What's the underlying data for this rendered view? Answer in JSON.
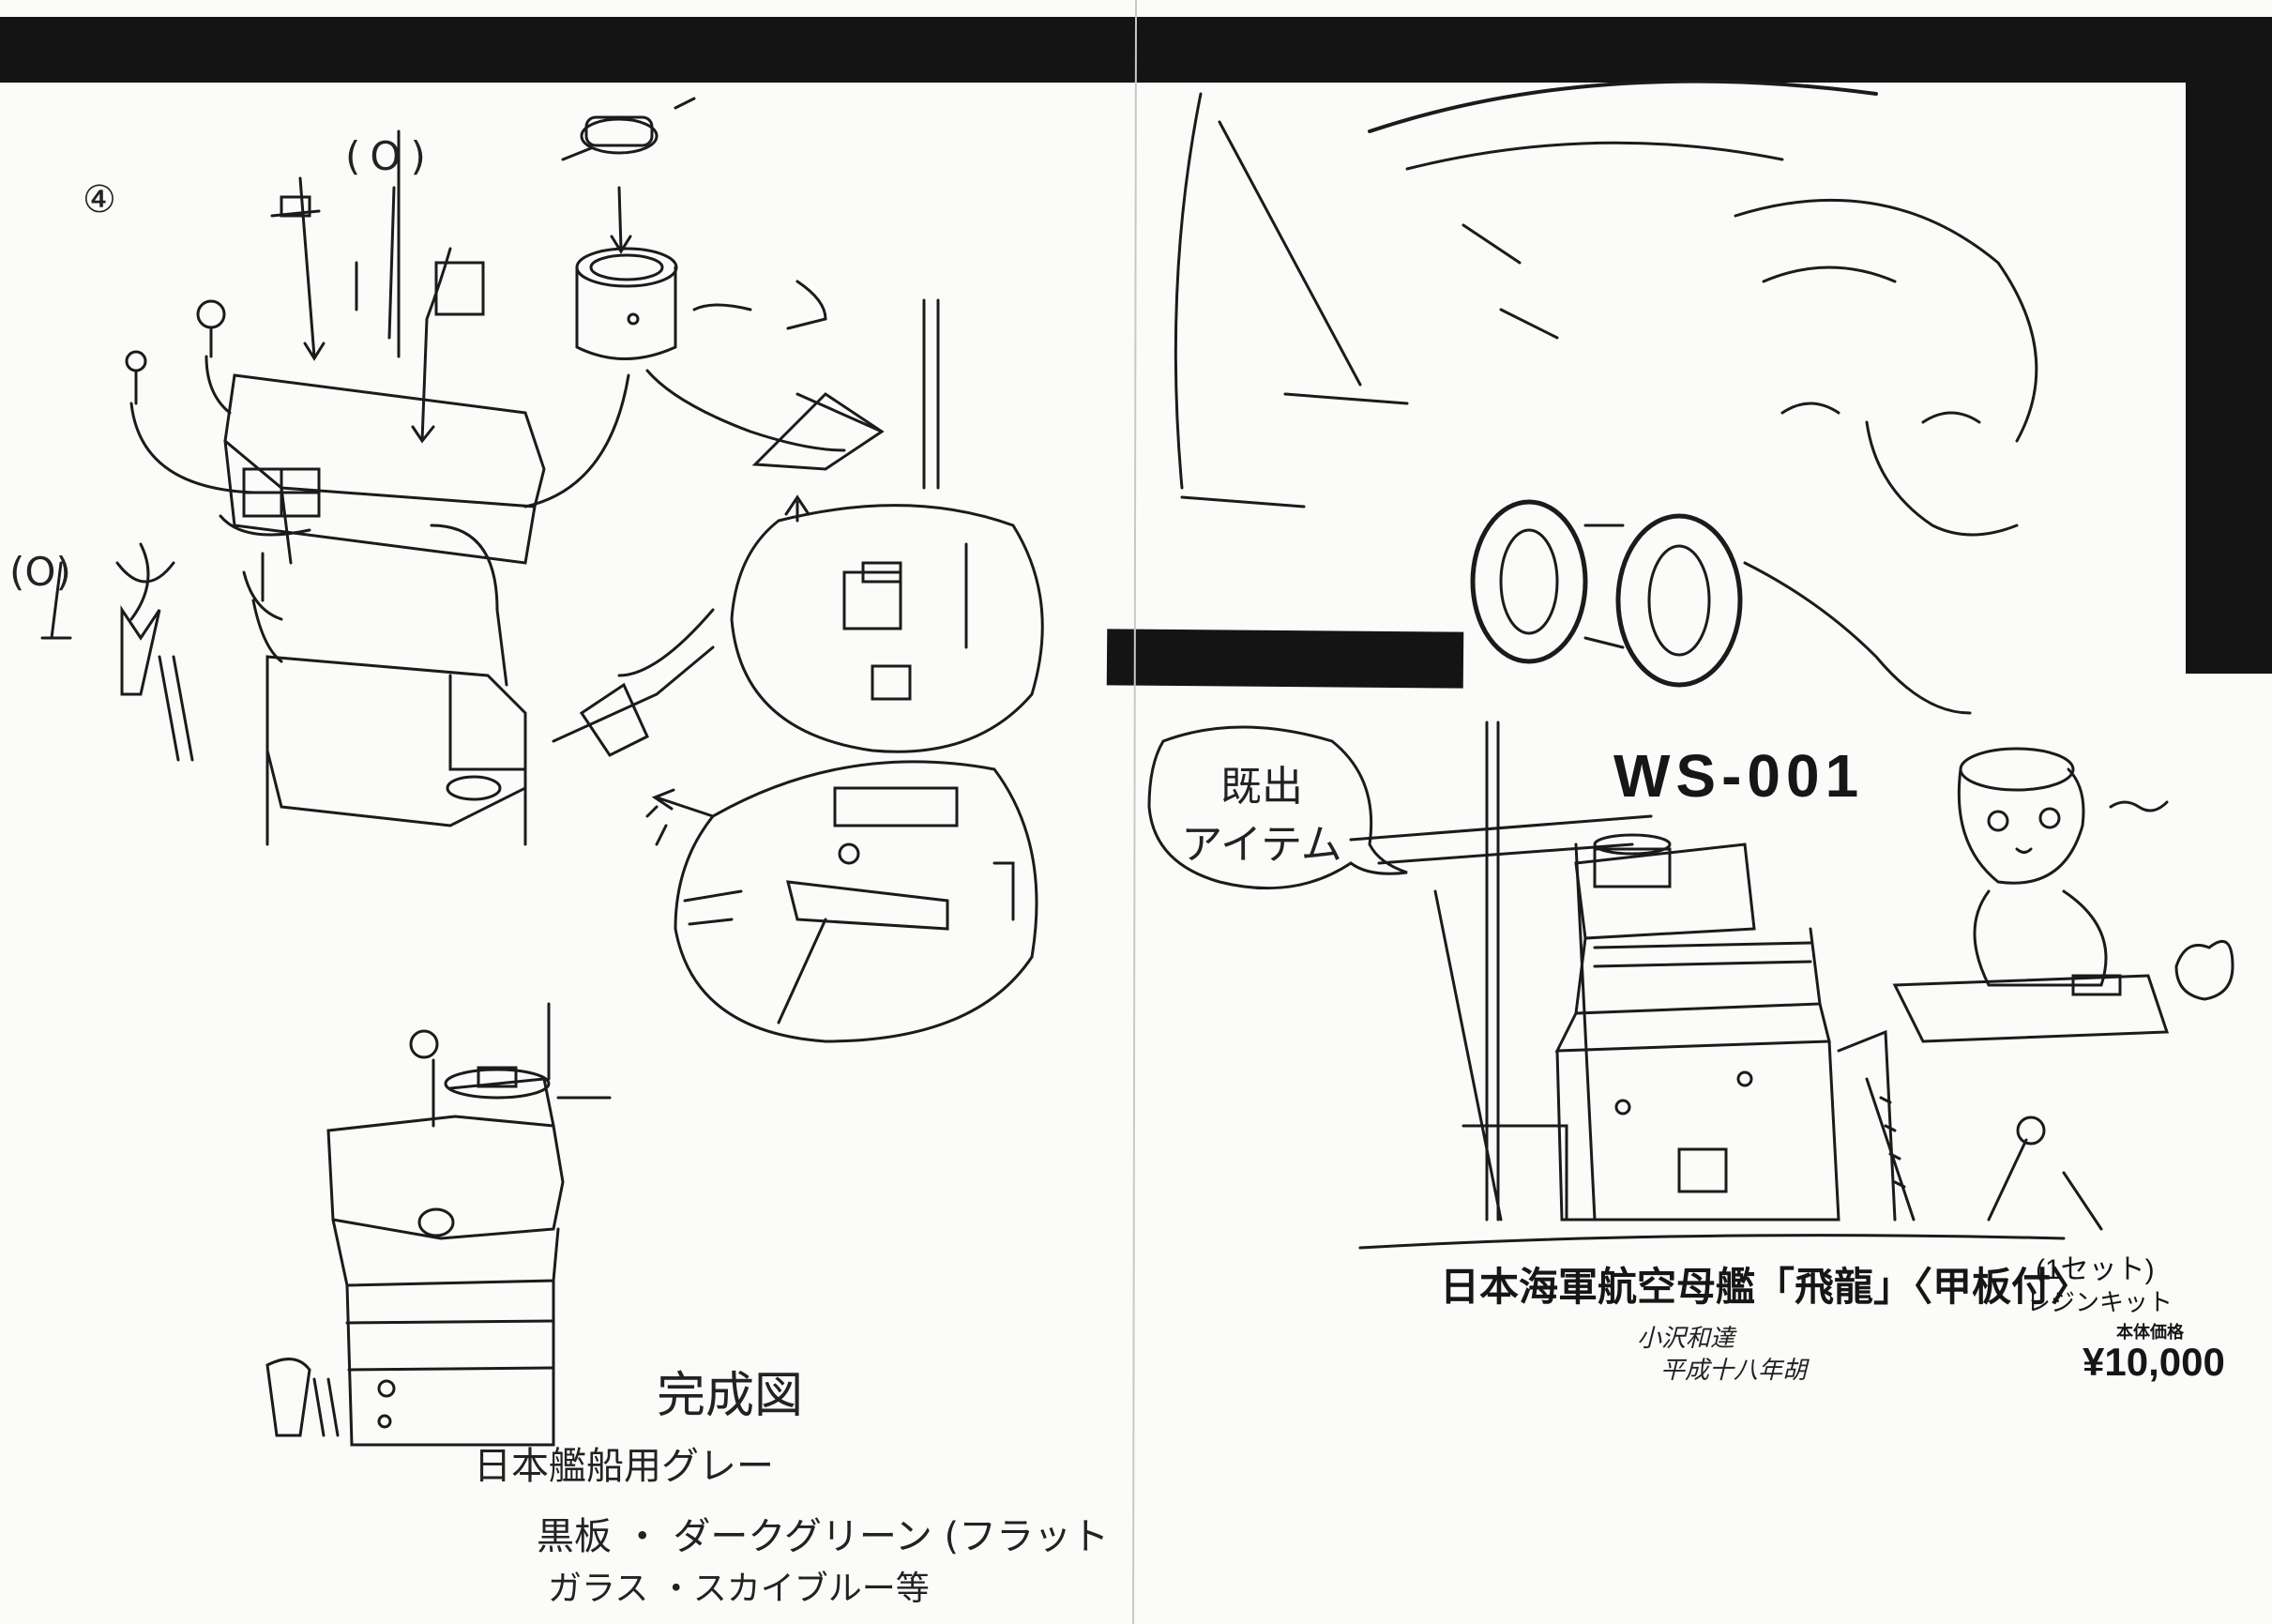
{
  "left_page": {
    "step_number": "④",
    "part_note_top": "(O)",
    "part_note_left": "(O)",
    "completion_title": "完成図",
    "paint_notes": [
      "日本艦船用グレー",
      "黒板 ・ ダークグリーン (フラット",
      "ガラス ・スカイブルー等"
    ]
  },
  "right_page": {
    "speech_bubble": [
      "既出",
      "アイテム"
    ],
    "product_code": "WS-001",
    "product_name": "日本海軍航空母艦「飛龍」〈甲板付〉",
    "set_count": "(1セット)",
    "kit_type": "レジンキット",
    "price_label": "本体価格",
    "price": "¥10,000",
    "signature_lines": [
      "小沢和達",
      "平成十八年胡"
    ]
  }
}
